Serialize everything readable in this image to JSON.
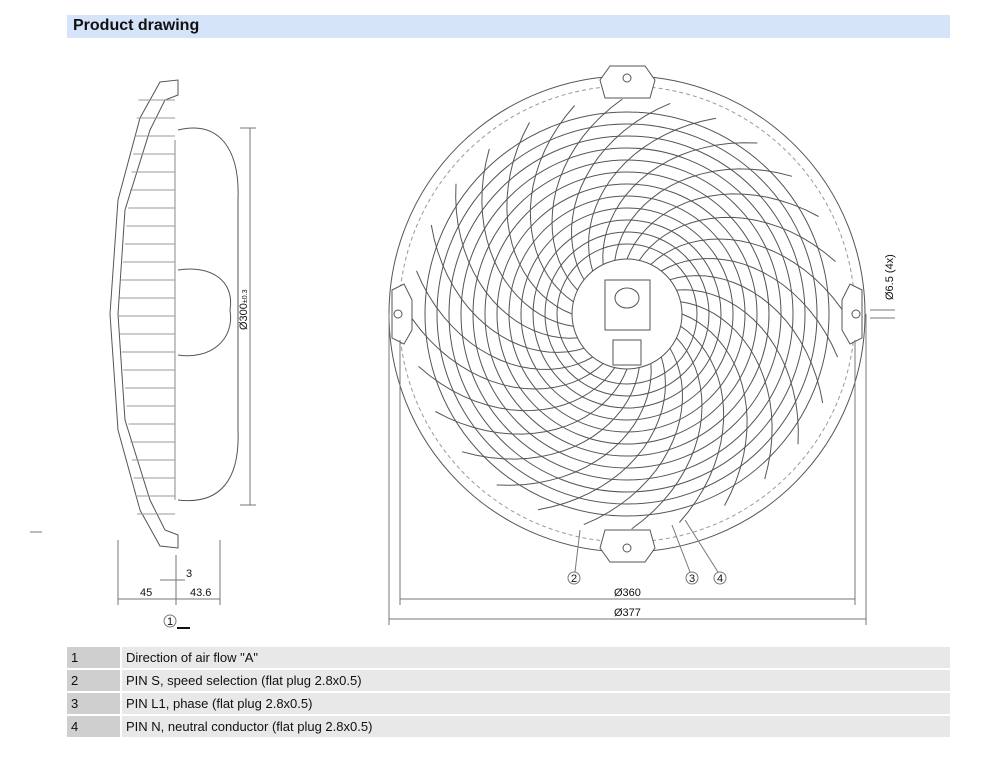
{
  "header": {
    "title": "Product drawing"
  },
  "drawing": {
    "side_dims": {
      "dia": "Ø300",
      "tol": "±0.3",
      "d45": "45",
      "d3": "3",
      "d436": "43.6",
      "airflow_callout": "1"
    },
    "front_dims": {
      "d360": "Ø360",
      "d377": "Ø377",
      "hole": "Ø6.5 (4x)",
      "callouts": [
        "2",
        "3",
        "4"
      ]
    }
  },
  "legend": [
    {
      "num": "1",
      "text": "Direction of air flow \"A\""
    },
    {
      "num": "2",
      "text": "PIN S, speed selection (flat plug 2.8x0.5)"
    },
    {
      "num": "3",
      "text": "PIN L1, phase (flat plug 2.8x0.5)"
    },
    {
      "num": "4",
      "text": "PIN N, neutral conductor (flat plug 2.8x0.5)"
    }
  ]
}
